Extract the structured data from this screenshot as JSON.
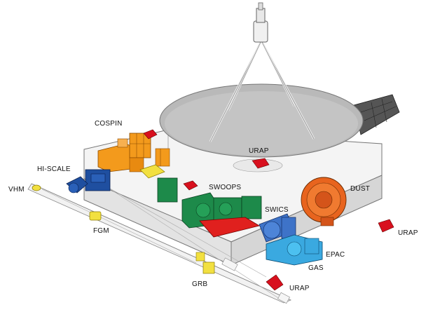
{
  "labels": {
    "cospin": "COSPIN",
    "hi_scale": "HI-SCALE",
    "vhm": "VHM",
    "fgm": "FGM",
    "urap_center": "URAP",
    "swoops": "SWOOPS",
    "dust": "DUST",
    "swics": "SWICS",
    "urap_right": "URAP",
    "epac": "EPAC",
    "gas": "GAS",
    "grb": "GRB",
    "urap_bottom": "URAP"
  },
  "colors": {
    "cospin": "#f39a1c",
    "hi_scale": "#1f4fa0",
    "swoops": "#1d8a4a",
    "swoops_base": "#e0201e",
    "dust": "#e8641e",
    "swics": "#3e73c8",
    "epac_gas": "#3aa9e0",
    "grb_fgm": "#f2e040",
    "urap": "#d8101e",
    "antenna_dish": "#b9b9b9",
    "solar_panel": "#555555"
  }
}
